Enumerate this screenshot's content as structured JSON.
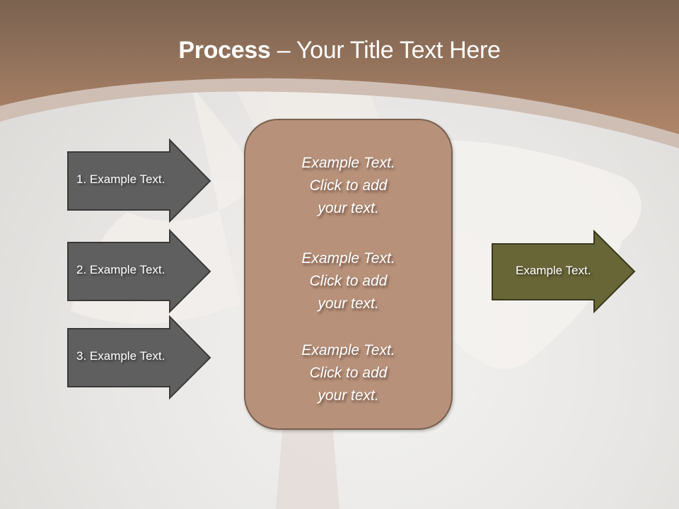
{
  "slide": {
    "title": {
      "bold": "Process",
      "rest": " – Your Title Text Here"
    },
    "colors": {
      "header_brown": "#a98166",
      "header_dark": "#7a6250",
      "arc_band": "#cdbcb1",
      "gray_arrow": "#5f5f5f",
      "gray_arrow_border": "#3a3a3a",
      "center_box": "#b7917a",
      "center_box_border": "#7a6050",
      "olive_arrow": "#686537",
      "olive_arrow_border": "#3a381c"
    },
    "left_arrows": [
      {
        "label": "1. Example Text."
      },
      {
        "label": "2. Example Text."
      },
      {
        "label": "3. Example Text."
      }
    ],
    "center_box": {
      "blocks": [
        {
          "line1": "Example Text.",
          "line2": "Click  to add",
          "line3": "your text."
        },
        {
          "line1": "Example Text.",
          "line2": "Click  to add",
          "line3": "your text."
        },
        {
          "line1": "Example Text.",
          "line2": "Click  to add",
          "line3": "your text."
        }
      ]
    },
    "right_arrow": {
      "label": "Example Text."
    }
  }
}
